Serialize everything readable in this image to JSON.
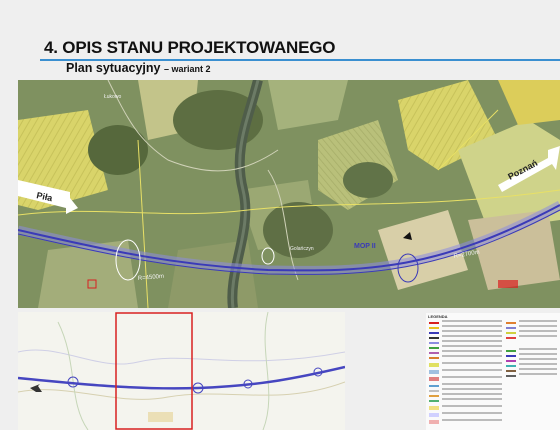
{
  "slide": {
    "title": "4. OPIS STANU PROJEKTOWANEGO",
    "subtitle": "Plan sytuacyjny",
    "subtitle_variant": "– wariant 2"
  },
  "map": {
    "labels": {
      "pila": "Piła",
      "poznan": "Poznań",
      "radius_left": "R=4500m",
      "radius_right": "R=2700m",
      "mop": "MOP II",
      "village_top": "Łukowo",
      "village_center": "Golańczyn"
    },
    "colors": {
      "road": "#3a3ab8",
      "road_light": "#8c8ce0",
      "boundary": "#e8e066",
      "arrow": "#ffffff",
      "highlight_frame": "#d82020"
    }
  },
  "legend": {
    "title": "LEGENDA"
  }
}
